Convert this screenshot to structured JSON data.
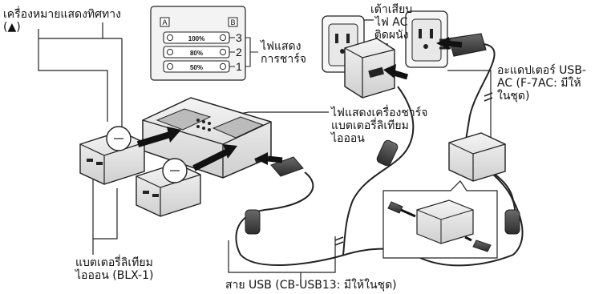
{
  "labels": {
    "direction_mark": {
      "line1": "เครื่องหมายแสดงทิศทาง",
      "line2": "(▲)"
    },
    "charge_indicator": {
      "line1": "ไฟแสดง",
      "line2": "การชาร์จ"
    },
    "wall_outlet": {
      "line1": "เต้าเสียบ",
      "line2": "ไฟ AC",
      "line3": "ติดผนัง"
    },
    "usb_ac_adapter": {
      "line1": "อะแดปเตอร์ USB-",
      "line2": "AC (F-7AC: มีให้",
      "line3": "ในชุด)"
    },
    "charger_indicator": {
      "line1": "ไฟแสดงเครื่องชาร์จ",
      "line2": "แบตเตอรี่ลิเทียม",
      "line3": "ไอออน"
    },
    "battery": {
      "line1": "แบตเตอรี่ลิเทียม",
      "line2": "ไอออน (BLX-1)"
    },
    "usb_cable": {
      "line1": "สาย USB (CB-USB13: มีให้ในชุด)"
    }
  },
  "indicator_panel": {
    "slot_a": "A",
    "slot_b": "B",
    "rows": [
      {
        "percent": "100%",
        "level": "3"
      },
      {
        "percent": "80%",
        "level": "2"
      },
      {
        "percent": "50%",
        "level": "1"
      }
    ]
  }
}
